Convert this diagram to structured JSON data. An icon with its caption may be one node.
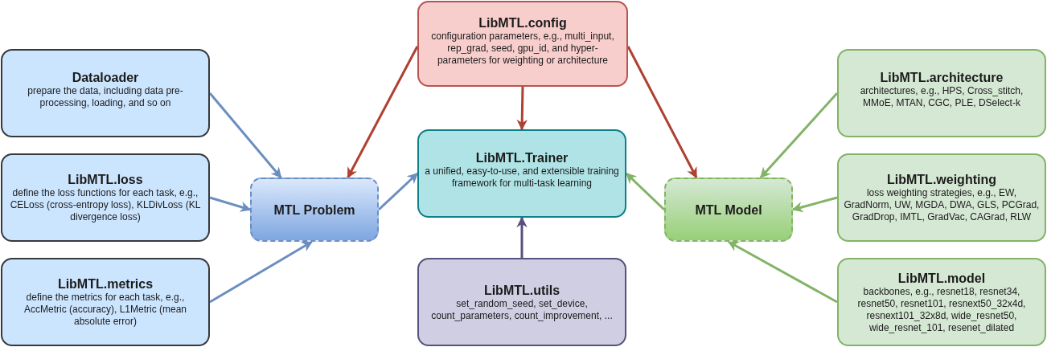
{
  "diagram": {
    "nodes": [
      {
        "text": [
          "LibMTL.config",
          "configuration parameters, e.g., multi_input, rep_grad, seed, gpu_id, and hyper-parameters for weighting or architecture"
        ]
      },
      {
        "text": [
          "Dataloader",
          "prepare the data, including data pre-processing, loading, and so on"
        ]
      },
      {
        "text": [
          "LibMTL.architecture",
          "architectures, e.g., HPS, Cross_stitch, MMoE, MTAN, CGC, PLE, DSelect-k"
        ]
      },
      {
        "text": [
          "LibMTL.Trainer",
          "a unified, easy-to-use, and extensible training framework for multi-task learning"
        ]
      },
      {
        "text": [
          "LibMTL.loss",
          "define the loss functions for each task, e.g., CELoss (cross-entropy loss), KLDivLoss (KL divergence loss)"
        ]
      },
      {
        "text": [
          "MTL Problem"
        ]
      },
      {
        "text": [
          "MTL Model"
        ]
      },
      {
        "text": [
          "LibMTL.weighting",
          "loss weighting strategies, e.g., EW, GradNorm, UW, MGDA, DWA, GLS, PCGrad, GradDrop, IMTL, GradVac, CAGrad, RLW"
        ]
      },
      {
        "text": [
          "LibMTL.metrics",
          "define the metrics for each task, e.g., AccMetric (accuracy), L1Metric (mean absolute error)"
        ]
      },
      {
        "text": [
          "LibMTL.utils",
          "set_random_seed, set_device, count_parameters, count_improvement, ..."
        ]
      },
      {
        "text": [
          "LibMTL.model",
          "backbones, e.g., resnet18, resnet34, resnet50, resnet101, resnext50_32x4d, resnext101_32x8d, wide_resnet50, wide_resnet_101, resenet_dilated"
        ]
      }
    ],
    "edges": [
      {
        "from": 1,
        "to": 5,
        "arrow": "to",
        "color": "#6c8ebf"
      },
      {
        "from": 4,
        "to": 5,
        "arrow": "to",
        "color": "#6c8ebf"
      },
      {
        "from": 8,
        "to": 5,
        "arrow": "to",
        "color": "#6c8ebf"
      },
      {
        "from": 0,
        "to": 5,
        "arrow": "to",
        "color": "#ae4132"
      },
      {
        "from": 0,
        "to": 3,
        "arrow": "to",
        "color": "#ae4132"
      },
      {
        "from": 0,
        "to": 6,
        "arrow": "to",
        "color": "#ae4132"
      },
      {
        "from": 5,
        "to": 3,
        "arrow": "to",
        "color": "#6c8ebf"
      },
      {
        "from": 9,
        "to": 3,
        "arrow": "to",
        "color": "#56517e"
      },
      {
        "from": 6,
        "to": 3,
        "arrow": "to",
        "color": "#82b366"
      },
      {
        "from": 2,
        "to": 6,
        "arrow": "to",
        "color": "#82b366"
      },
      {
        "from": 7,
        "to": 6,
        "arrow": "to",
        "color": "#82b366"
      },
      {
        "from": 10,
        "to": 6,
        "arrow": "to",
        "color": "#82b366"
      }
    ]
  }
}
